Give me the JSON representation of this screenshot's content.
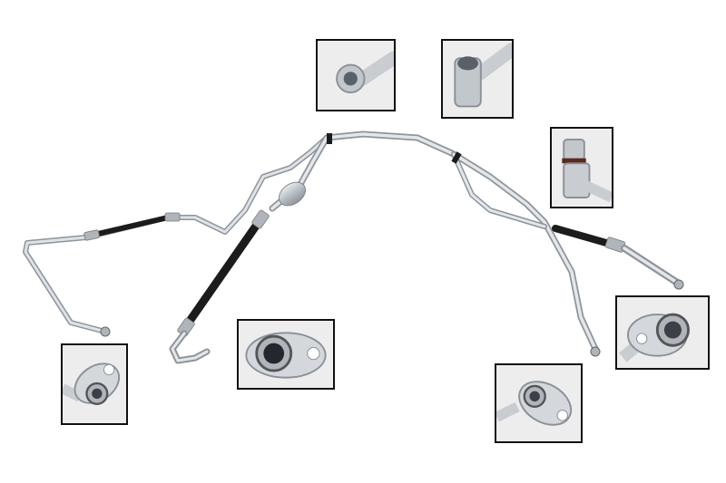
{
  "product": {
    "subject": "ac-refrigerant-hose-line-assembly",
    "colors": {
      "background": "#ffffff",
      "tube_metal": "#c8ccd1",
      "tube_shadow": "#8e949b",
      "rubber_hose": "#1c1c1c",
      "inset_border": "#111111"
    }
  },
  "insets": [
    {
      "name": "detail-inset-top-left-fitting"
    },
    {
      "name": "detail-inset-top-right-fitting"
    },
    {
      "name": "detail-inset-oring-fitting"
    },
    {
      "name": "detail-inset-right-flange"
    },
    {
      "name": "detail-inset-center-flange"
    },
    {
      "name": "detail-inset-left-flange"
    },
    {
      "name": "detail-inset-bottom-right-flange"
    }
  ]
}
